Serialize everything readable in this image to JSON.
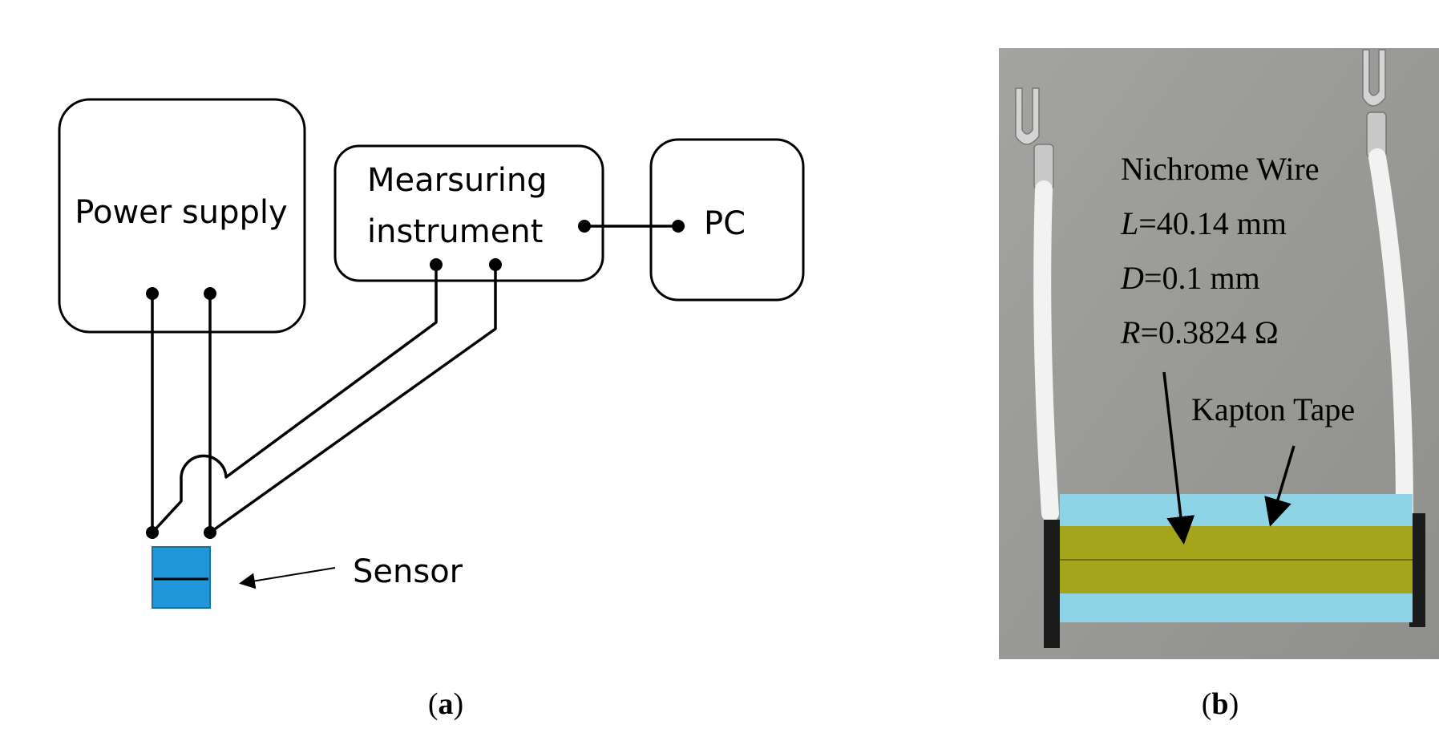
{
  "panel_a": {
    "power_supply": "Power supply",
    "measuring_line1": "Mearsuring",
    "measuring_line2": "instrument",
    "pc": "PC",
    "sensor": "Sensor",
    "caption_open": "(",
    "caption_letter": "a",
    "caption_close": ")"
  },
  "panel_b": {
    "wire_title": "Nichrome Wire",
    "length_var": "L",
    "length_val": "=40.14 mm",
    "diameter_var": "D",
    "diameter_val": "=0.1 mm",
    "resistance_var": "R",
    "resistance_val": "=0.3824 Ω",
    "tape_label": "Kapton Tape",
    "caption_open": "(",
    "caption_letter": "b",
    "caption_close": ")"
  },
  "colors": {
    "line": "#000000",
    "sensor_fill": "#1f97d9",
    "sensor_stroke": "#1a6fa3",
    "photo_background": "#9c9c98",
    "foam": "#8fd3e6",
    "kapton": "#a5a51c",
    "wire_insulation": "#f2f2f2"
  }
}
